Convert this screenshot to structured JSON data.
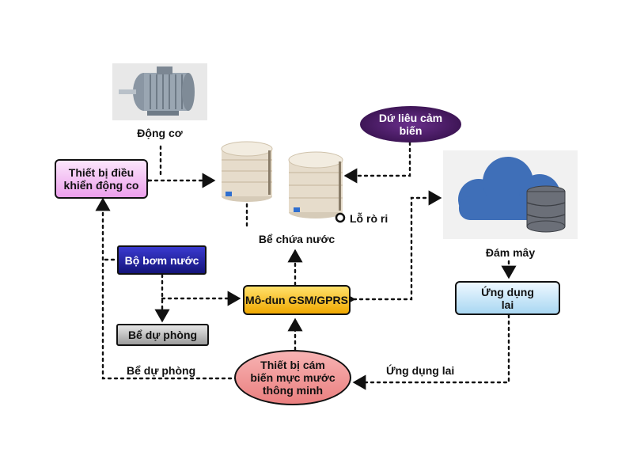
{
  "labels": {
    "motor": "Động cơ",
    "controller": "Thiết bị điều khiển động co",
    "sensor_data": "Dứ liêu cảm biến",
    "tank": "Bể chứa nước",
    "leak": "Lỗ rò ri",
    "cloud": "Đám mây",
    "pump": "Bộ bơm nước",
    "gsm": "Mô-dun GSM/GPRS",
    "app_box": "Ứng dụng lai",
    "backup_box": "Bể dự phòng",
    "backup_text": "Bể dự phòng",
    "sensor_device": "Thiết bị cám biến mực mước thông minh",
    "app_text": "Ứng dụng lai"
  },
  "colors": {
    "controller_bg": "#f2c6f2",
    "sensor_data_bg": "#45185e",
    "pump_bg": "#2222a8",
    "gsm_bg": "#f6c000",
    "app_bg": "#cfe9f7",
    "backup_bg": "#bdbdbd",
    "sensor_device_bg": "#f49a9a",
    "cloud": "#3f6fb8"
  },
  "icons": [
    "motor-icon",
    "water-tank-icon",
    "water-tank-icon",
    "leak-point-icon",
    "cloud-database-icon"
  ]
}
